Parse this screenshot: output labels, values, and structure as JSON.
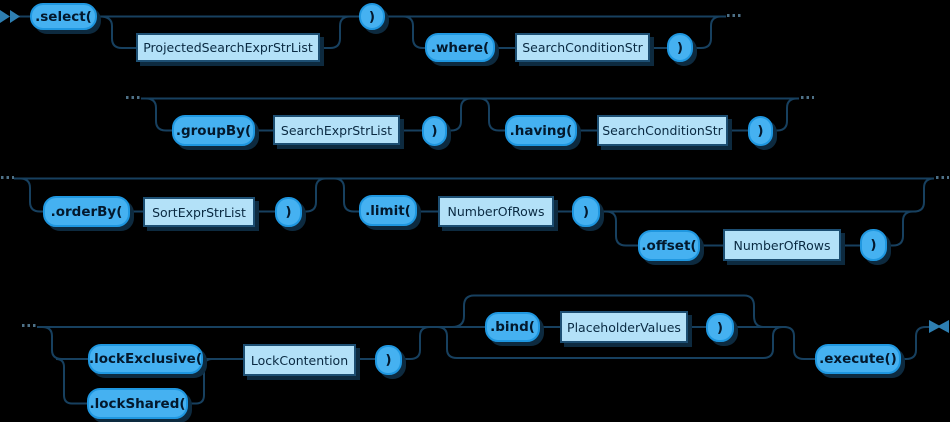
{
  "diagram_type": "railroad-syntax-diagram",
  "colors": {
    "background": "#000000",
    "rail": "#17405f",
    "keyword_fill": "#45b1f1",
    "keyword_border": "#1f97e0",
    "param_fill": "#b3e1f8",
    "param_border": "#1d4f73",
    "shadow": "#0d2a3f",
    "terminator_arrow": "#2e7fb2",
    "continuation_dots": "#4e7187"
  },
  "icons": {
    "start_terminator": "double-right-arrow",
    "end_terminator": "facing-arrows-end",
    "continuation": "ellipsis-dots"
  },
  "nodes": {
    "select": ".select(",
    "projected_search_expr_str_list": "ProjectedSearchExprStrList",
    "close_select": ")",
    "where": ".where(",
    "search_condition_str_where": "SearchConditionStr",
    "close_where": ")",
    "group_by": ".groupBy(",
    "search_expr_str_list": "SearchExprStrList",
    "close_group_by": ")",
    "having": ".having(",
    "search_condition_str_having": "SearchConditionStr",
    "close_having": ")",
    "order_by": ".orderBy(",
    "sort_expr_str_list": "SortExprStrList",
    "close_order_by": ")",
    "limit": ".limit(",
    "number_of_rows_limit": "NumberOfRows",
    "close_limit": ")",
    "offset": ".offset(",
    "number_of_rows_offset": "NumberOfRows",
    "close_offset": ")",
    "lock_exclusive": ".lockExclusive(",
    "lock_shared": ".lockShared(",
    "lock_contention": "LockContention",
    "close_lock": ")",
    "bind": ".bind(",
    "placeholder_values": "PlaceholderValues",
    "close_bind": ")",
    "execute": ".execute()"
  }
}
